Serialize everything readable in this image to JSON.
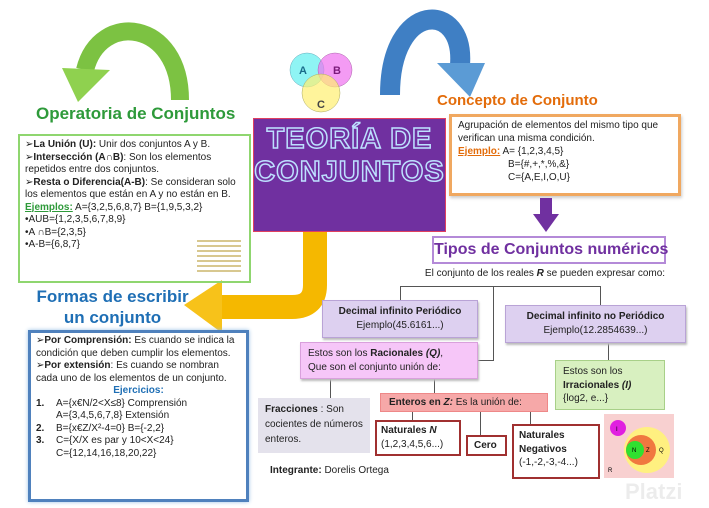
{
  "title": {
    "line1": "TEORÍA DE",
    "line2": "CONJUNTOS",
    "bg": "#7030a0"
  },
  "venn": {
    "a": "A",
    "b": "B",
    "c": "C"
  },
  "operatoria": {
    "heading": "Operatoria de Conjuntos",
    "items": [
      {
        "bold": "La Unión (U):",
        "text": " Unir dos conjuntos  A y B."
      },
      {
        "bold": "Intersección (A∩B)",
        "text": ": Son los elementos repetidos entre  dos conjuntos."
      },
      {
        "bold": "Resta o Diferencia(A-B)",
        "text": ": Se consideran solo los elementos que están en A y no están en B."
      }
    ],
    "examples_label": "Ejemplos:",
    "examples_sets": " A={3,2,5,6,8,7}  B={1,9,5,3,2}",
    "results": [
      "•AUB={1,2,3,5,6,7,8,9}",
      "•A ∩B={2,3,5}",
      "•A-B={6,8,7}"
    ],
    "color": "#2e9a3a"
  },
  "formas": {
    "heading1": "Formas de escribir",
    "heading2": "un conjunto",
    "items": [
      {
        "bold": "Por Comprensión:",
        "text": " Es cuando se indica la condición que deben cumplir los elementos."
      },
      {
        "bold": "Por extensión",
        "text": ": Es cuando se nombran cada uno de los elementos de un conjunto."
      }
    ],
    "exercises_label": "Ejercicios:",
    "exercises": [
      {
        "num": "1.",
        "lines": [
          "A={x€N/2<X≤8} Comprensión",
          "A={3,4,5,6,7,8} Extensión"
        ]
      },
      {
        "num": "2.",
        "lines": [
          "B={x€Z/X²-4=0}    B={-2,2}"
        ]
      },
      {
        "num": "3.",
        "lines": [
          "C={X/X es par y 10<X<24}",
          "C={12,14,16,18,20,22}"
        ]
      }
    ],
    "color": "#1f6fb5"
  },
  "concepto": {
    "heading": "Concepto de Conjunto",
    "definition": "Agrupación de elementos del mismo tipo que verifican una misma condición.",
    "example_label": "Ejemplo:",
    "sets": [
      "A= {1,2,3,4,5}",
      "B={#,+,*,%,&}",
      "C={A,E,I,O,U}"
    ],
    "color": "#e36c0a"
  },
  "tipos": {
    "heading": "Tipos de Conjuntos numéricos",
    "subtitle_pre": "El conjunto de los reales ",
    "subtitle_r": "R",
    "subtitle_post": " se pueden expresar como:",
    "periodico": {
      "title": "Decimal infinito Periódico",
      "example": "Ejemplo(45.6161...)"
    },
    "no_periodico": {
      "title": "Decimal infinito no Periódico",
      "example": "Ejemplo(12.2854639...)"
    },
    "racionales": {
      "pre": "Estos son los ",
      "bold": "Racionales",
      "sym": " (Q)",
      "post": ",",
      "line2": "Que son el conjunto unión de:"
    },
    "irracionales": {
      "line1": "Estos son los",
      "bold": "Irracionales",
      "sym": "  (I)",
      "line3": "{log2, e...}"
    },
    "fracciones": {
      "bold": "Fracciones",
      "text": " : Son cocientes de números enteros."
    },
    "enteros": {
      "bold": "Enteros en ",
      "sym": "Z:",
      "text": " Es la unión de:"
    },
    "naturales": {
      "bold": "Naturales ",
      "sym": "N",
      "text": "(1,2,3,4,5,6...)"
    },
    "cero": "Cero",
    "negativos": {
      "bold1": "Naturales",
      "bold2": "Negativos",
      "text": "(-1,-2,-3,-4...)"
    },
    "venn_labels": {
      "i": "I",
      "n": "N",
      "z": "Z",
      "q": "Q",
      "r": "R"
    }
  },
  "integrante": {
    "label": "Integrante:",
    "name": " Dorelis Ortega"
  },
  "watermark": "Platzi"
}
